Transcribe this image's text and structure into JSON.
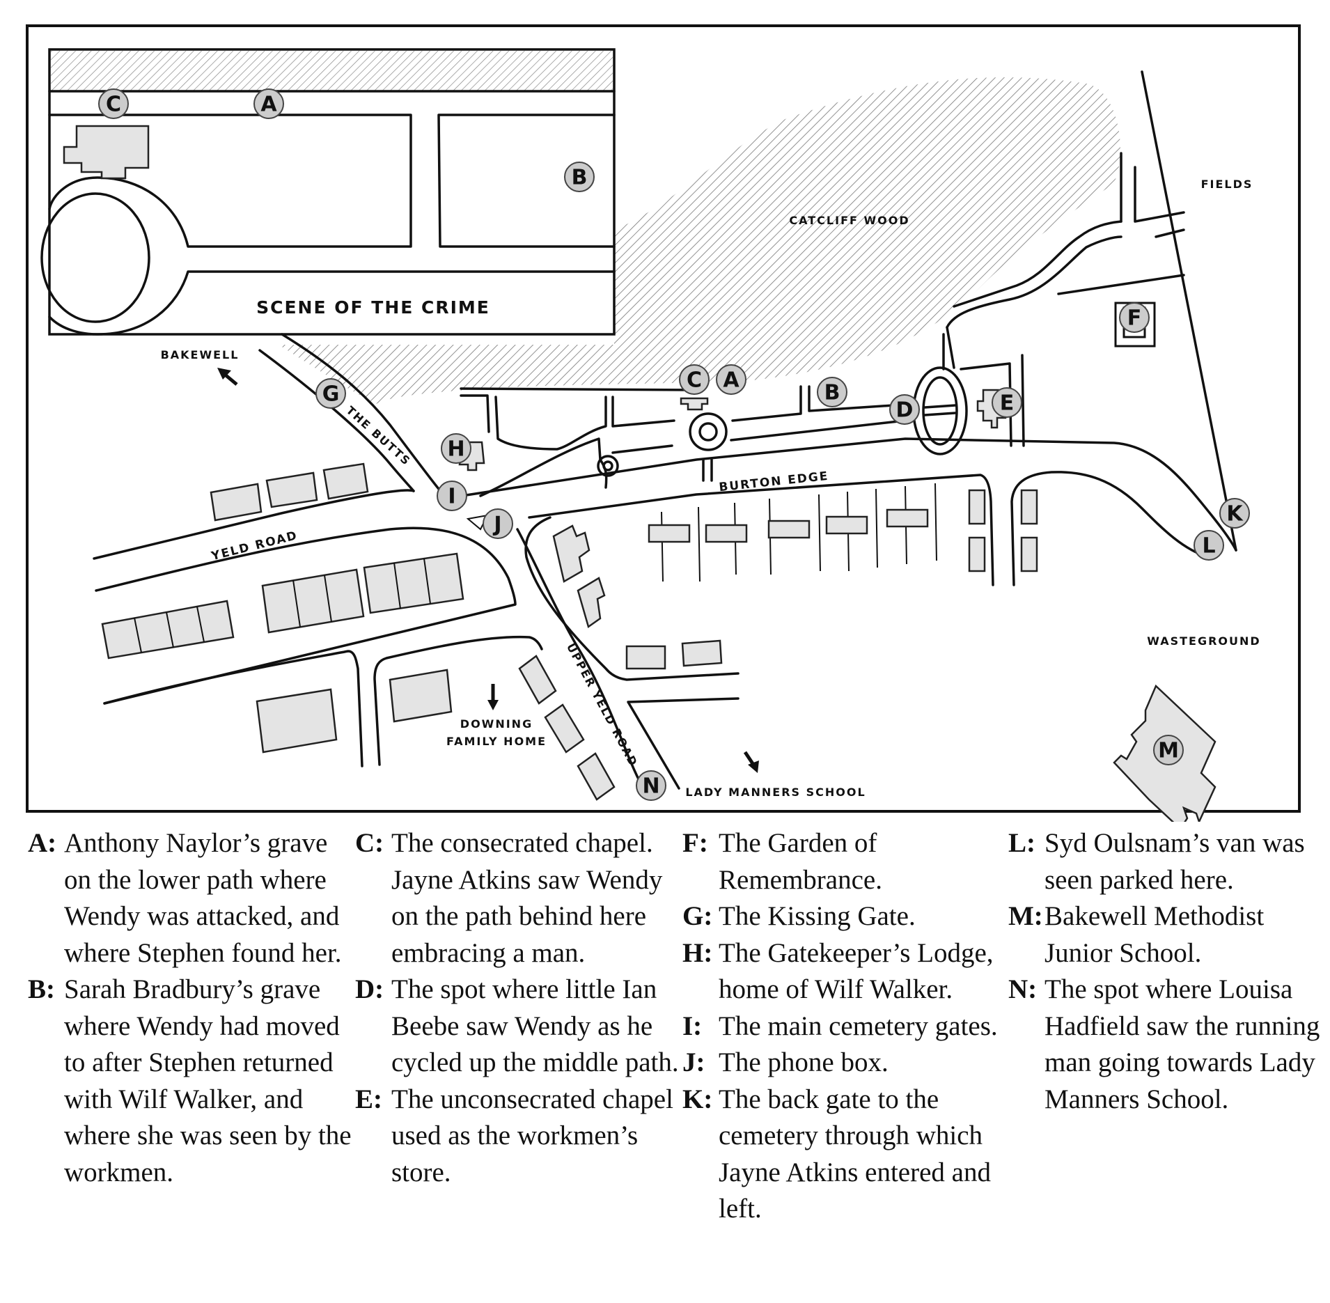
{
  "map": {
    "inset_title": "SCENE OF THE CRIME",
    "labels": {
      "bakewell": "BAKEWELL",
      "catcliff_wood": "CATCLIFF WOOD",
      "fields": "FIELDS",
      "the_butts": "THE BUTTS",
      "yeld_road": "YELD ROAD",
      "burton_edge": "BURTON EDGE",
      "upper_yeld_road": "UPPER YELD ROAD",
      "downing_line1": "DOWNING",
      "downing_line2": "FAMILY HOME",
      "lady_manners": "LADY MANNERS SCHOOL",
      "wasteground": "WASTEGROUND"
    },
    "inset_markers": [
      {
        "id": "C",
        "label": "C"
      },
      {
        "id": "A",
        "label": "A"
      },
      {
        "id": "B",
        "label": "B"
      }
    ],
    "markers": [
      {
        "id": "C",
        "label": "C"
      },
      {
        "id": "A",
        "label": "A"
      },
      {
        "id": "B",
        "label": "B"
      },
      {
        "id": "D",
        "label": "D"
      },
      {
        "id": "E",
        "label": "E"
      },
      {
        "id": "F",
        "label": "F"
      },
      {
        "id": "G",
        "label": "G"
      },
      {
        "id": "H",
        "label": "H"
      },
      {
        "id": "I",
        "label": "I"
      },
      {
        "id": "J",
        "label": "J"
      },
      {
        "id": "K",
        "label": "K"
      },
      {
        "id": "L",
        "label": "L"
      },
      {
        "id": "M",
        "label": "M"
      },
      {
        "id": "N",
        "label": "N"
      }
    ],
    "colors": {
      "marker_fill": "#cccccc",
      "building_fill": "#e4e4e4",
      "ink": "#111111"
    }
  },
  "legend": {
    "columns": [
      [
        {
          "key": "A:",
          "text": "Anthony Naylor’s grave on the lower path where Wendy was attacked, and where Stephen found her."
        },
        {
          "key": "B:",
          "text": "Sarah Bradbury’s grave where Wendy had moved to after Stephen returned with Wilf Walker, and where she was seen by the workmen."
        }
      ],
      [
        {
          "key": "C:",
          "text": "The consecrated chapel. Jayne Atkins saw Wendy on the path behind here embracing a man."
        },
        {
          "key": "D:",
          "text": "The spot where little Ian Beebe saw Wendy as he cycled up the middle path."
        },
        {
          "key": "E:",
          "text": "The unconsecrated chapel used as the workmen’s store."
        }
      ],
      [
        {
          "key": "F:",
          "text": "The Garden of Remembrance."
        },
        {
          "key": "G:",
          "text": "The Kissing Gate."
        },
        {
          "key": "H:",
          "text": "The Gatekeeper’s Lodge, home of Wilf Walker."
        },
        {
          "key": "I:",
          "text": "The main cemetery gates."
        },
        {
          "key": "J:",
          "text": "The phone box."
        },
        {
          "key": "K:",
          "text": "The back gate to the cemetery through which Jayne Atkins entered and left."
        }
      ],
      [
        {
          "key": "L:",
          "text": "Syd Oulsnam’s van was seen parked here."
        },
        {
          "key": "M:",
          "text": "Bakewell Methodist Junior School."
        },
        {
          "key": "N:",
          "text": "The spot where Louisa Hadfield saw the running man going towards Lady Manners School."
        }
      ]
    ]
  }
}
